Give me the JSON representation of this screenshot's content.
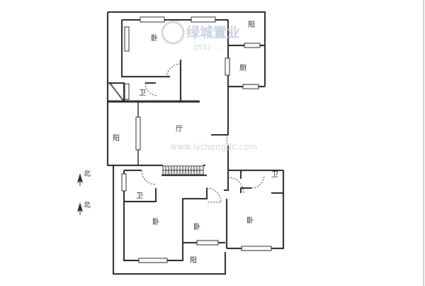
{
  "plan": {
    "rooms": {
      "bedroom_top": "卧",
      "balcony_top_right": "阳",
      "kitchen": "厨",
      "bath_top": "卫",
      "living": "厅",
      "balcony_left": "阳",
      "bath_bottom_left": "卫",
      "bath_bottom_right": "卫",
      "bedroom_bottom_left": "卧",
      "bedroom_bottom_mid": "卧",
      "bedroom_bottom_right": "卧",
      "balcony_bottom": "阳"
    },
    "compass": {
      "label_1": "北",
      "label_2": "北"
    },
    "watermark": {
      "brand": "绿城置业",
      "phone": "0551-...",
      "url": "www.lvchengdc.com"
    }
  }
}
